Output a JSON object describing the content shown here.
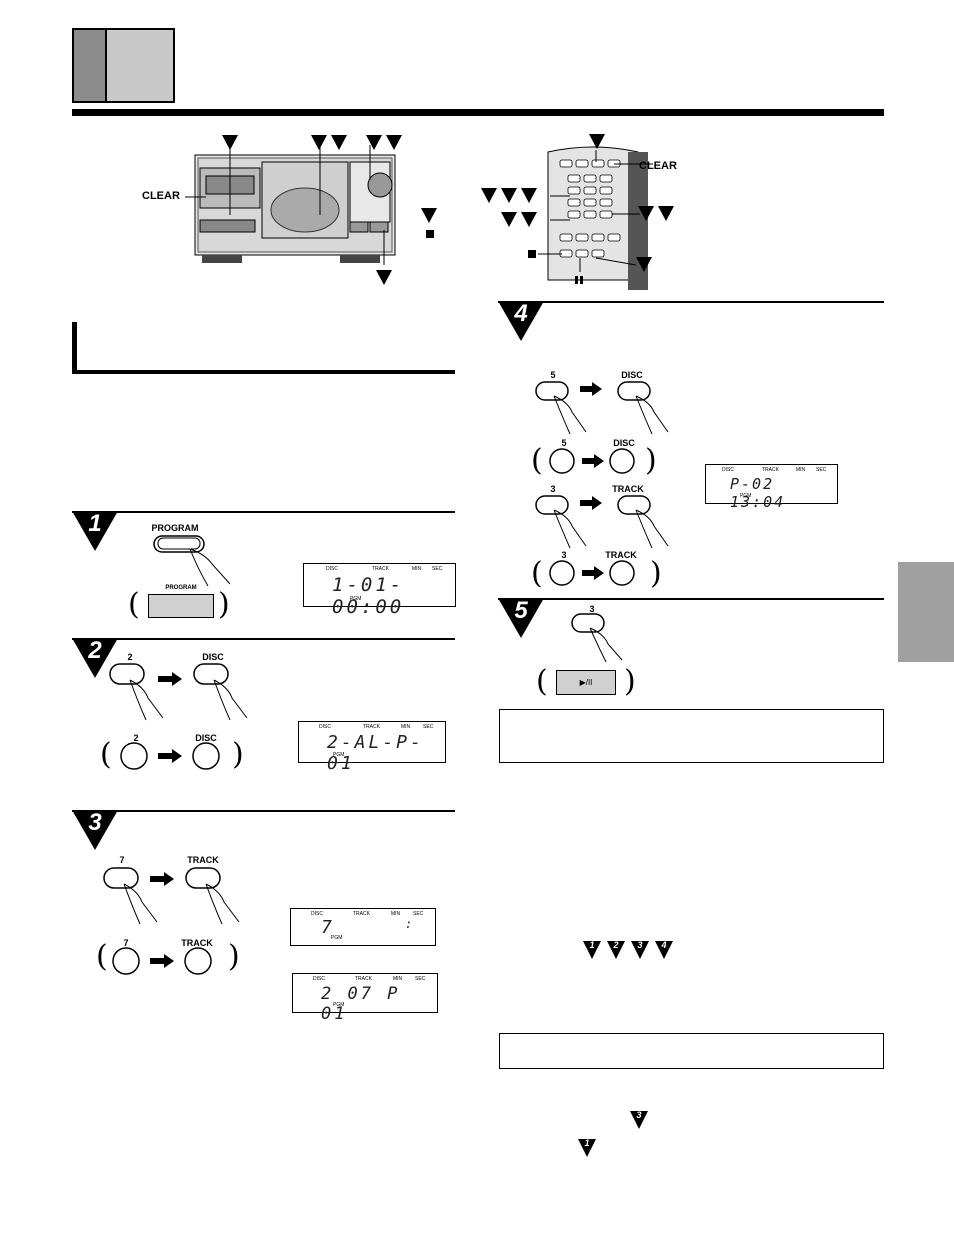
{
  "device_labels": {
    "clear_left": "CLEAR",
    "clear_right": "CLEAR"
  },
  "steps": {
    "s1": {
      "number": "1",
      "button_label": "PROGRAM",
      "main_button_label": "PROGRAM",
      "display": {
        "disc": "DISC",
        "track": "TRACK",
        "min": "MIN",
        "sec": "SEC",
        "text": "1-01-00:00",
        "pgm": "PGM"
      }
    },
    "s2": {
      "number": "2",
      "key1": "2",
      "key2": "DISC",
      "remote_key1": "2",
      "remote_key2": "DISC",
      "display": {
        "disc": "DISC",
        "track": "TRACK",
        "min": "MIN",
        "sec": "SEC",
        "text": "2-AL-P-01",
        "pgm": "PGM"
      }
    },
    "s3": {
      "number": "3",
      "key1": "7",
      "key2": "TRACK",
      "remote_key1": "7",
      "remote_key2": "TRACK",
      "display_a": {
        "disc": "DISC",
        "track": "TRACK",
        "min": "MIN",
        "sec": "SEC",
        "text": "7",
        "colon": ":",
        "pgm": "PGM"
      },
      "display_b": {
        "disc": "DISC",
        "track": "TRACK",
        "min": "MIN",
        "sec": "SEC",
        "text": "2 07 P 01",
        "pgm": "PGM"
      }
    },
    "s4": {
      "number": "4",
      "key1": "5",
      "key2": "DISC",
      "remote_key1": "5",
      "remote_key2": "DISC",
      "key3": "3",
      "key4": "TRACK",
      "remote_key3": "3",
      "remote_key4": "TRACK",
      "display": {
        "disc": "DISC",
        "track": "TRACK",
        "min": "MIN",
        "sec": "SEC",
        "text": "P-02 13:04",
        "pgm": "PGM"
      }
    },
    "s5": {
      "number": "5",
      "key1": "3",
      "main_button_label": "▶/II"
    }
  },
  "inline_refs": {
    "row1": [
      "1",
      "2",
      "3",
      "4"
    ],
    "row2": "3",
    "row3": "1"
  }
}
